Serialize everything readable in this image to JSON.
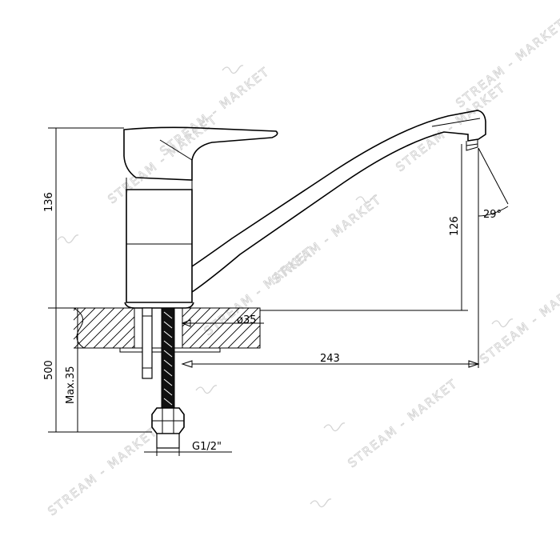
{
  "drawing": {
    "dimensions": {
      "total_height": "136",
      "spout_height": "126",
      "spout_angle": "29°",
      "hole_diameter": "ø35",
      "spout_reach": "243",
      "hose_length": "500",
      "max_thickness": "Max.35",
      "connection_thread": "G1/2\""
    },
    "watermark": {
      "text": "STREAM - MARKET",
      "logo_icon": "wave-logo-icon"
    }
  }
}
